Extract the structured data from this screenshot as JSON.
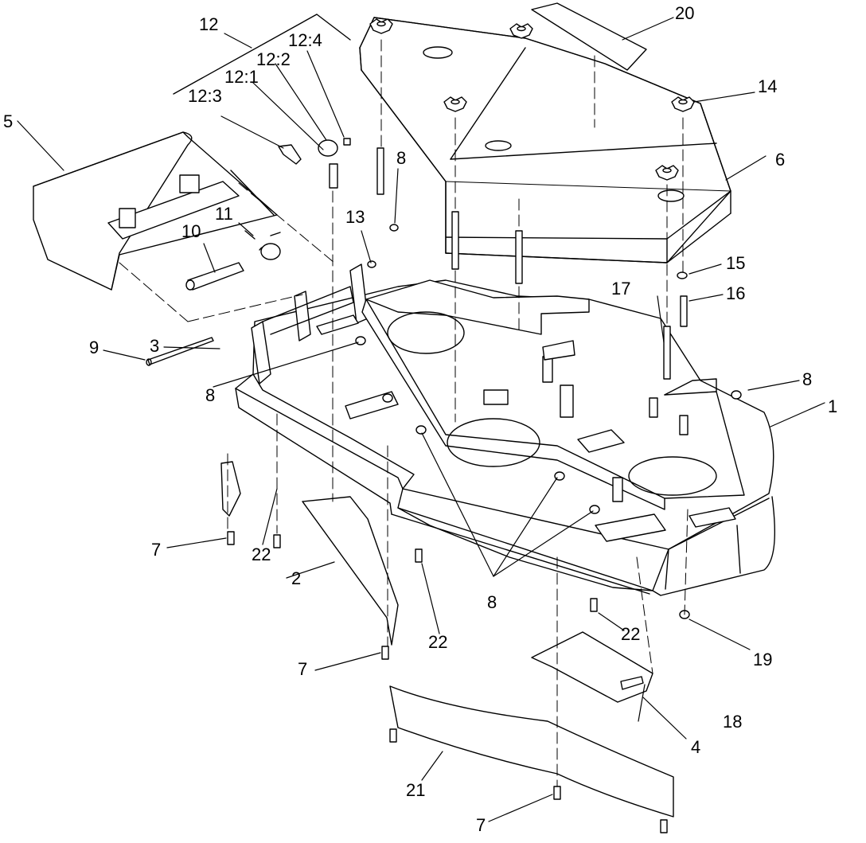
{
  "diagram": {
    "callouts": {
      "c1": "1",
      "c2": "2",
      "c3": "3",
      "c4": "4",
      "c5": "5",
      "c6": "6",
      "c7a": "7",
      "c7b": "7",
      "c7c": "7",
      "c8a": "8",
      "c8b": "8",
      "c8c": "8",
      "c8d": "8",
      "c9": "9",
      "c10": "10",
      "c11": "11",
      "c12": "12",
      "c12_1": "12:1",
      "c12_2": "12:2",
      "c12_3": "12:3",
      "c12_4": "12:4",
      "c13": "13",
      "c14": "14",
      "c15": "15",
      "c16": "16",
      "c17": "17",
      "c18": "18",
      "c19": "19",
      "c20": "20",
      "c21": "21",
      "c22a": "22",
      "c22b": "22",
      "c22c": "22"
    }
  }
}
